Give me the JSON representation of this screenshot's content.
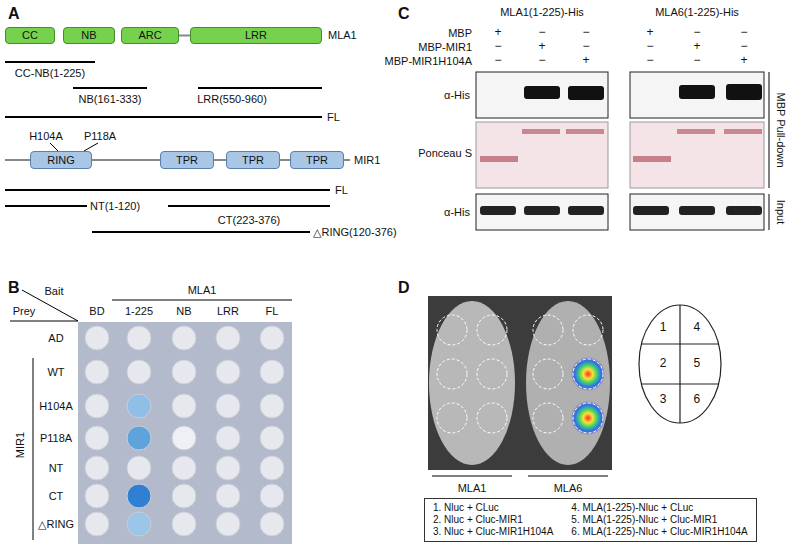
{
  "diagram": {
    "nodes": [
      {
        "text": [
          "CC"
        ]
      },
      {
        "text": [
          "NB"
        ]
      },
      {
        "text": [
          "ARC"
        ]
      },
      {
        "text": [
          "LRR"
        ]
      },
      {
        "text": [
          "RING"
        ]
      },
      {
        "text": [
          "TPR"
        ]
      },
      {
        "text": [
          "TPR"
        ]
      },
      {
        "text": [
          "TPR"
        ]
      },
      {
        "text": [
          "1",
          "4",
          "2",
          "5",
          "3",
          "6"
        ]
      },
      {
        "text": [
          "1. Nluc + CLuc",
          "4. MLA(1-225)-Nluc + CLuc",
          "2. Nluc + Cluc-MIR1",
          "5. MLA(1-225)-Nluc + Cluc-MIR1",
          "3. Nluc + Cluc-MIR1H104A",
          "6. MLA(1-225)-Nluc + Cluc-MIR1H104A"
        ]
      }
    ],
    "labels": [
      "A",
      "MLA1",
      "CC-NB(1-225)",
      "NB(161-333)",
      "LRR(550-960)",
      "FL",
      "H104A",
      "P118A",
      "MIR1",
      "FL",
      "NT(1-120)",
      "CT(223-376)",
      "△RING(120-376)",
      "B",
      "Bait",
      "Prey",
      "MLA1",
      "BD",
      "1-225",
      "NB",
      "LRR",
      "FL",
      "AD",
      "MIR1",
      "WT",
      "H104A",
      "P118A",
      "NT",
      "CT",
      "△RING",
      "C",
      "MLA1(1-225)-His",
      "MLA6(1-225)-His",
      "MBP",
      "MBP-MIR1",
      "MBP-MIR1H104A",
      "+",
      "−",
      "−",
      "+",
      "−",
      "−",
      "−",
      "+",
      "−",
      "−",
      "+",
      "−",
      "−",
      "−",
      "+",
      "−",
      "−",
      "+",
      "α-His",
      "Ponceau S",
      "MBP Pull-down",
      "α-His",
      "Input",
      "D",
      "MLA1",
      "MLA6"
    ]
  }
}
